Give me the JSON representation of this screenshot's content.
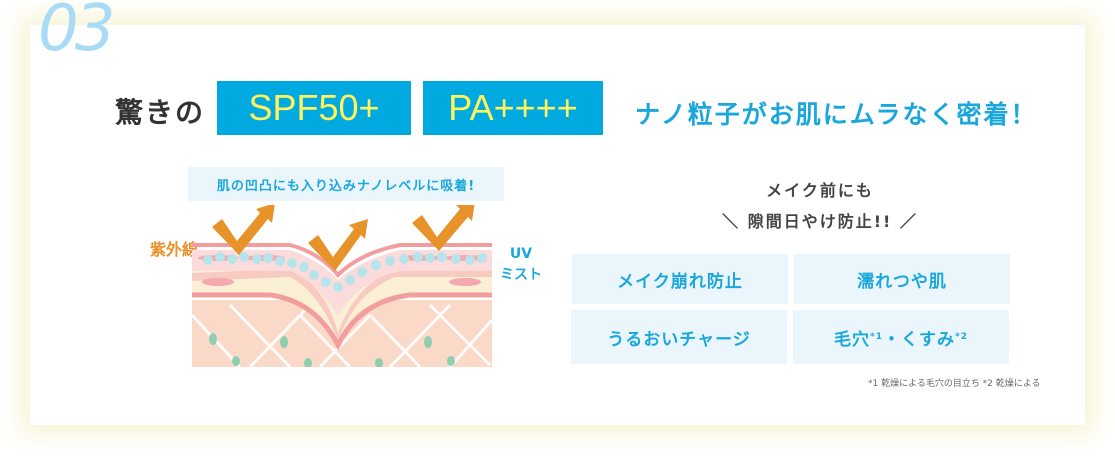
{
  "section_number": "03",
  "headline": {
    "lead": "驚きの",
    "spf": "SPF50+",
    "pa": "PA++++",
    "tail": "ナノ粒子がお肌にムラなく密着！"
  },
  "illustration": {
    "callout": "肌の凹凸にも入り込みナノレベルに吸着!",
    "uv_label": "紫外線",
    "mist_label_1": "UV",
    "mist_label_2": "ミスト"
  },
  "benefits": {
    "heading_1": "メイク前にも",
    "heading_2": "＼ 隙間日やけ防止!! ／",
    "items": [
      "メイク崩れ防止",
      "濡れつや肌",
      "うるおいチャージ"
    ],
    "item4": {
      "part1": "毛穴",
      "sup1": "*1",
      "part2": "・くすみ",
      "sup2": "*2"
    },
    "footnote": "*1 乾燥による毛穴の目立ち *2 乾燥による"
  },
  "colors": {
    "blue": "#00a9e0",
    "yellow": "#fff45c",
    "orange": "#e8922a"
  }
}
